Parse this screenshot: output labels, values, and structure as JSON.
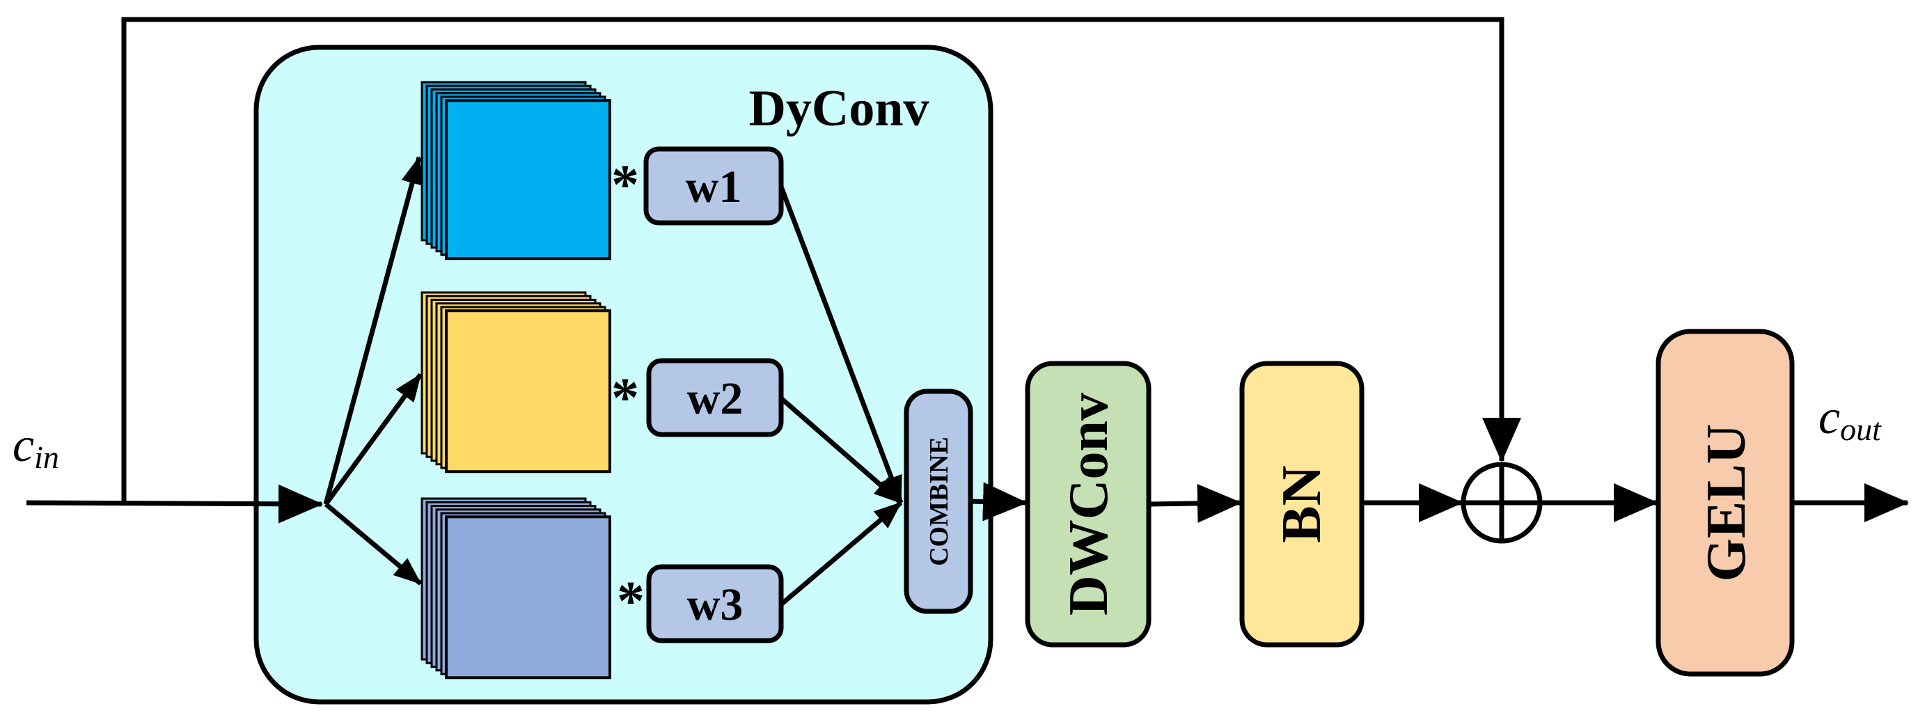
{
  "inputs": {
    "c_in": "c",
    "c_in_sub": "in"
  },
  "outputs": {
    "c_out": "c",
    "c_out_sub": "out"
  },
  "dyconv": {
    "title": "DyConv",
    "fill": "#ccfcfc",
    "kernels": [
      {
        "color": "#00b0f0",
        "weight": "w1",
        "multiply": "*"
      },
      {
        "color": "#ffd966",
        "weight": "w2",
        "multiply": "*"
      },
      {
        "color": "#8faadc",
        "weight": "w3",
        "multiply": "*"
      }
    ],
    "weight_fill": "#b4c7e7",
    "combine": {
      "label": "COMBINE",
      "fill": "#b4c7e7"
    }
  },
  "blocks": [
    {
      "label": "DWConv",
      "fill": "#c5e0b4"
    },
    {
      "label": "BN",
      "fill": "#ffe699"
    },
    {
      "label": "GELU",
      "fill": "#f8cbad"
    }
  ],
  "sum_node": "add-circle"
}
